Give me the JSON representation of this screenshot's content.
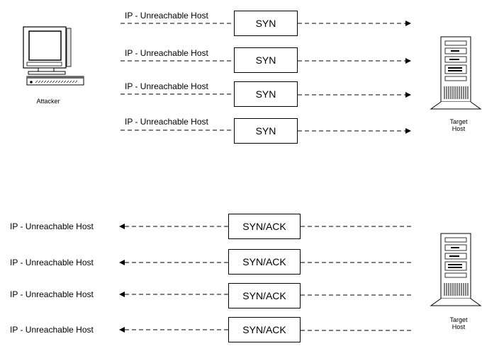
{
  "top": {
    "attacker_label": "Attacker",
    "target_label": [
      "Target",
      "Host"
    ],
    "rows": [
      {
        "source_label": "IP - Unreachable Host",
        "packet": "SYN"
      },
      {
        "source_label": "IP - Unreachable Host",
        "packet": "SYN"
      },
      {
        "source_label": "IP - Unreachable Host",
        "packet": "SYN"
      },
      {
        "source_label": "IP - Unreachable Host",
        "packet": "SYN"
      }
    ]
  },
  "bottom": {
    "target_label": [
      "Target",
      "Host"
    ],
    "rows": [
      {
        "dest_label": "IP - Unreachable Host",
        "packet": "SYN/ACK"
      },
      {
        "dest_label": "IP - Unreachable Host",
        "packet": "SYN/ACK"
      },
      {
        "dest_label": "IP - Unreachable Host",
        "packet": "SYN/ACK"
      },
      {
        "dest_label": "IP - Unreachable Host",
        "packet": "SYN/ACK"
      }
    ]
  }
}
